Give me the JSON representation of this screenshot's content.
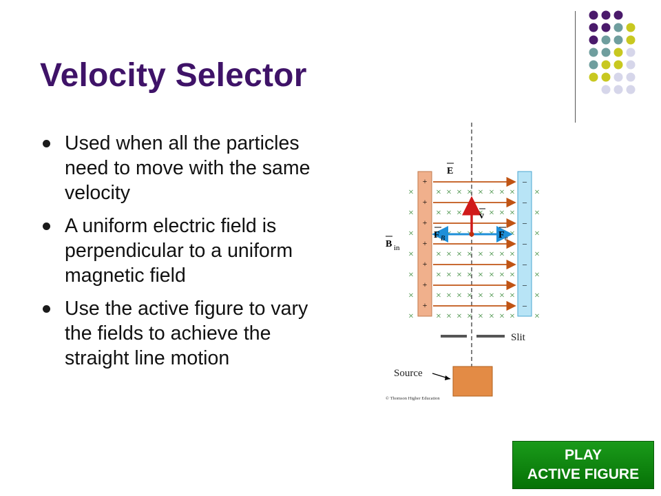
{
  "slide": {
    "title": "Velocity Selector",
    "bullets": [
      "Used when all the particles need to move with the same velocity",
      "A uniform electric field is perpendicular to a uniform magnetic field",
      "Use the active figure to vary the fields to achieve the straight line motion"
    ]
  },
  "figure": {
    "label_E": "E",
    "label_v": "v",
    "label_FB": "F",
    "label_FB_sub": "B",
    "label_Fe": "F",
    "label_Fe_sub": "e",
    "label_B": "B",
    "label_B_sub": "in",
    "label_slit": "Slit",
    "label_source": "Source",
    "copyright": "© Thomson Higher Education",
    "plus_sign": "+",
    "minus_sign": "–",
    "cross_sign": "×"
  },
  "button": {
    "line1": "PLAY",
    "line2": "ACTIVE FIGURE"
  },
  "colors": {
    "title": "#3f1368",
    "dot_purple": "#4a1a6b",
    "dot_teal": "#6f9e9e",
    "dot_yellow": "#c8c820",
    "dot_lavender": "#d6d6ea",
    "positive_plate": "#f0b08c",
    "negative_plate": "#b8e4f6",
    "field_arrow": "#c05414",
    "cross": "#3a8a3a",
    "button": "#0e860e"
  }
}
